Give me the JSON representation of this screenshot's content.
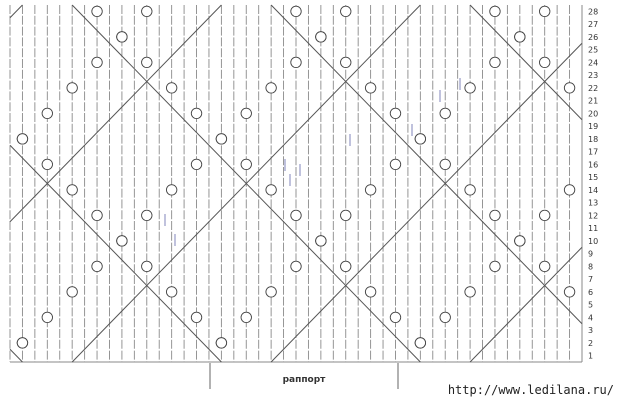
{
  "chart_data": {
    "type": "knitting-chart",
    "grid": {
      "rows": 28,
      "columns": 46
    },
    "row_labels": [
      "1",
      "2",
      "3",
      "4",
      "5",
      "6",
      "7",
      "8",
      "9",
      "10",
      "11",
      "12",
      "13",
      "14",
      "15",
      "16",
      "17",
      "18",
      "19",
      "20",
      "21",
      "22",
      "23",
      "24",
      "25",
      "26",
      "27",
      "28"
    ],
    "repeat_label": "раппорт",
    "symbols": {
      "knit": "vertical line",
      "yarn_over": "circle",
      "decrease": "diagonal cross"
    },
    "pattern": "diamond lattice of crossed diagonals with yarn-over circles",
    "colors": {
      "grid": "#8a8a8a",
      "background": "#ffffff",
      "accent_blue": "#6a6fb0"
    }
  },
  "footer": {
    "repeat_label": "раппорт",
    "source_url": "http://www.ledilana.ru/"
  }
}
